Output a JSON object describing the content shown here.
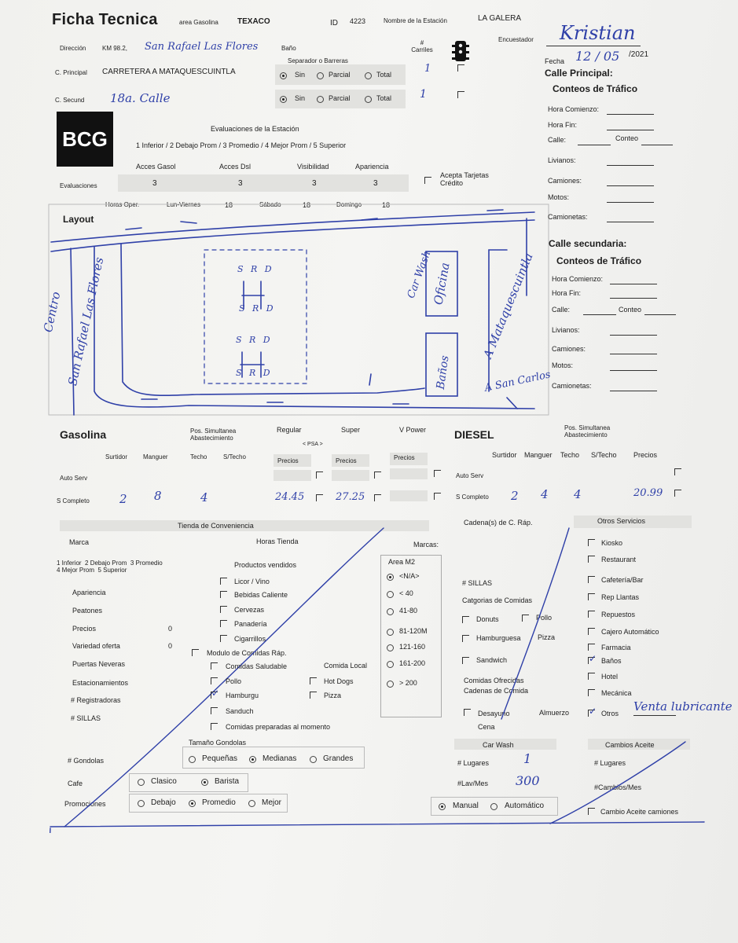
{
  "header": {
    "title": "Ficha Tecnica",
    "area_label": "area Gasolina",
    "area_value": "TEXACO",
    "id_label": "ID",
    "id_value": "4223",
    "station_label": "Nombre de la Estación",
    "station_value": "LA GALERA",
    "surveyor_label": "Encuestador",
    "surveyor_value": "Kristian",
    "date_label": "Fecha",
    "date_value": "12 / 05",
    "date_year": "/2021"
  },
  "address": {
    "direccion_label": "Dirección",
    "direccion_print": "KM 98.2,",
    "direccion_hand": "San Rafael Las Flores",
    "principal_label": "C. Principal",
    "principal_value": "CARRETERA A MATAQUESCUINTLA",
    "secund_label": "C. Secund",
    "secund_value": "18a. Calle"
  },
  "bano": {
    "title": "Baño",
    "separador": "Separador o Barreras",
    "sin": "Sin",
    "parcial": "Parcial",
    "total": "Total",
    "carriles_label": "# Carriles",
    "carriles_1": "1",
    "carriles_2": "1"
  },
  "logo": "BCG",
  "evaluaciones": {
    "title": "Evaluaciones de la Estación",
    "scale": "1 Inferior / 2 Debajo Prom / 3 Promedio / 4 Mejor Prom / 5 Superior",
    "row_label": "Evaluaciones",
    "cols": [
      "Acces Gasol",
      "Acces Dsl",
      "Visibilidad",
      "Apariencia"
    ],
    "values": [
      "3",
      "3",
      "3",
      "3"
    ],
    "tarjetas": "Acepta Tarjetas Crédito",
    "horas_label": "Horas Oper.",
    "lv_label": "Lun-Viernes",
    "lv_value": "18",
    "sab_label": "Sábado",
    "sab_value": "18",
    "dom_label": "Domingo",
    "dom_value": "18"
  },
  "layout": {
    "label": "Layout",
    "road_left": "San Rafael Las Flores",
    "road_left_top": "Centro",
    "car_wash": "Car Wash",
    "oficina": "Oficina",
    "banos": "Baños",
    "road_right": "A Mataquescuintla",
    "road_bottom": "A San Carlos",
    "pump_1": "S R D",
    "pump_2": "S R D",
    "pump_3": "S R D",
    "pump_4": "S R D"
  },
  "principal": {
    "title": "Calle Principal:",
    "conteos": "Conteos de Tráfico",
    "fields": [
      "Hora Comienzo:",
      "Hora Fin:",
      "Calle:",
      "Livianos:",
      "Camiones:",
      "Motos:",
      "Camionetas:"
    ],
    "conteo": "Conteo"
  },
  "secundaria": {
    "title": "Calle secundaria:",
    "conteos": "Conteos de Tráfico",
    "fields": [
      "Hora Comienzo:",
      "Hora Fin:",
      "Calle:",
      "Livianos:",
      "Camiones:",
      "Motos:",
      "Camionetas:"
    ],
    "conteo": "Conteo"
  },
  "gasolina": {
    "title": "Gasolina",
    "pos_sim": "Pos. Simultanea Abastecimiento",
    "psa": "< PSA >",
    "regular": "Regular",
    "super": "Super",
    "vpower": "V Power",
    "cols": [
      "Surtidor",
      "Manguer",
      "Techo",
      "S/Techo"
    ],
    "precios": "Precios",
    "auto_serv": "Auto Serv",
    "s_completo": "S Completo",
    "sc_values": [
      "2",
      "8",
      "4"
    ],
    "price_regular": "24.45",
    "price_super": "27.25"
  },
  "diesel": {
    "title": "DIESEL",
    "pos_sim": "Pos. Simultanea Abastecimiento",
    "cols": [
      "Surtidor",
      "Manguer",
      "Techo",
      "S/Techo",
      "Precios"
    ],
    "auto_serv": "Auto Serv",
    "s_completo": "S Completo",
    "sc_values": [
      "2",
      "4",
      "4"
    ],
    "price": "20.99"
  },
  "tienda": {
    "title": "Tienda de Conveniencia",
    "marca": "Marca",
    "horas": "Horas Tienda",
    "scale": "1 Inferior  2 Debajo Prom  3 Promedio\n4 Mejor Prom  5 Superior",
    "ratings": [
      "Apariencia",
      "Peatones",
      "Precios",
      "Variedad oferta",
      "Puertas Neveras",
      "Estacionamientos",
      "# Registradoras",
      "# SILLAS"
    ],
    "precios_val": "0",
    "variedad_val": "0",
    "productos_title": "Productos vendidos",
    "productos": [
      "Licor / Vino",
      "Bebidas Caliente",
      "Cervezas",
      "Panadería",
      "Cigarrillos"
    ],
    "modulo": "Modulo de Comidas Ráp.",
    "comida_local": "Comida Local",
    "comidas": [
      "Comidas Saludable",
      "Pollo",
      "Hamburgu",
      "Sanduch",
      "Comidas preparadas al momento"
    ],
    "hotdogs": "Hot Dogs",
    "pizza": "Pizza",
    "marcas": "Marcas:",
    "area_title": "Area M2",
    "areas": [
      "<N/A>",
      "< 40",
      "41-80",
      "81-120M",
      "121-160",
      "161-200",
      "> 200"
    ],
    "gondolas_label": "# Gondolas",
    "gondolas_title": "Tamaño Gondolas",
    "gondolas": [
      "Pequeñas",
      "Medianas",
      "Grandes"
    ],
    "cafe_label": "Cafe",
    "cafe": [
      "Clasico",
      "Barista"
    ],
    "promo_label": "Promociones",
    "promo": [
      "Debajo",
      "Promedio",
      "Mejor"
    ]
  },
  "cadena": {
    "title": "Cadena(s) de C. Ráp.",
    "sillas": "# SILLAS",
    "categorias": "Catgorias de Comidas",
    "items": [
      "Donuts",
      "Pollo",
      "Hamburguesa",
      "Pizza",
      "Sandwich"
    ],
    "ofrecidas": "Comidas Ofrecidas",
    "cadenas": "Cadenas de Comida",
    "comidas": [
      "Desayuno",
      "Almuerzo",
      "Cena"
    ]
  },
  "otros": {
    "title": "Otros Servicios",
    "items": [
      "Kiosko",
      "Restaurant",
      "Cafetería/Bar",
      "Rep Llantas",
      "Repuestos",
      "Cajero Automático",
      "Farmacia",
      "Baños",
      "Hotel",
      "Mecánica",
      "Otros"
    ],
    "otros_hand": "Venta lubricante"
  },
  "carwash": {
    "title": "Car Wash",
    "lugares_label": "# Lugares",
    "lugares_value": "1",
    "lavmes_label": "#Lav/Mes",
    "lavmes_value": "300",
    "manual": "Manual",
    "automatico": "Automático"
  },
  "cambios": {
    "title": "Cambios Aceite",
    "lugares": "# Lugares",
    "cambios_mes": "#Cambios/Mes",
    "camiones": "Cambio Aceite camiones"
  }
}
